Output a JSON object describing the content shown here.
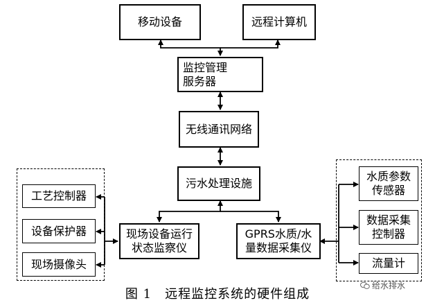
{
  "nodes": {
    "mobile_device": "移动设备",
    "remote_computer": "远程计算机",
    "monitor_server": "监控管理\n服务器",
    "wireless_network": "无线通讯网络",
    "sewage_facility": "污水处理设施",
    "field_monitor": "现场设备运行\n状态监察仪",
    "gprs_collector": "GPRS水质/水\n量数据采集仪",
    "process_controller": "工艺控制器",
    "equipment_protector": "设备保护器",
    "field_camera": "现场摄像头",
    "water_quality_sensor": "水质参数\n传感器",
    "data_acq_controller": "数据采集\n控制器",
    "flow_meter": "流量计"
  },
  "caption": "图 1　远程监控系统的硬件组成",
  "watermark": "给水排水"
}
